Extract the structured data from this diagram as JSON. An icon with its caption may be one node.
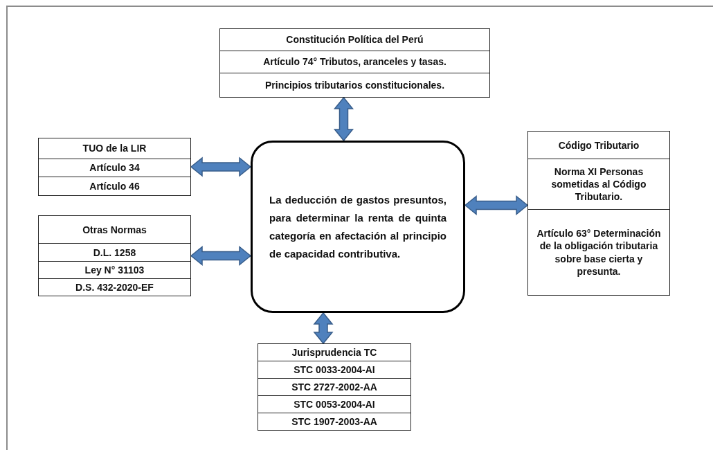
{
  "diagram": {
    "nodes": [
      {
        "text": [
          "Constitución Política del Perú",
          "Artículo 74° Tributos, aranceles y tasas.",
          "Principios tributarios constitucionales."
        ]
      },
      {
        "text": [
          "TUO de la LIR",
          "Artículo 34",
          "Artículo 46"
        ]
      },
      {
        "text": [
          "Otras Normas",
          "D.L. 1258",
          "Ley N° 31103",
          "D.S. 432-2020-EF"
        ]
      },
      {
        "text": [
          "La deducción de gastos presuntos, para determinar la renta de quinta categoría en afectación al principio de capacidad contributiva."
        ]
      },
      {
        "text": [
          "Código Tributario",
          "Norma XI Personas sometidas al Código Tributario.",
          "Artículo 63° Determinación de la obligación tributaria sobre base cierta y presunta."
        ]
      },
      {
        "text": [
          "Jurisprudencia TC",
          "STC 0033-2004-AI",
          "STC 2727-2002-AA",
          "STC 0053-2004-AI",
          "STC 1907-2003-AA"
        ]
      }
    ],
    "edges": [
      {
        "from": 3,
        "to": 0,
        "arrow": "both"
      },
      {
        "from": 3,
        "to": 1,
        "arrow": "both"
      },
      {
        "from": 3,
        "to": 2,
        "arrow": "both"
      },
      {
        "from": 3,
        "to": 4,
        "arrow": "both"
      },
      {
        "from": 3,
        "to": 5,
        "arrow": "both"
      }
    ]
  }
}
